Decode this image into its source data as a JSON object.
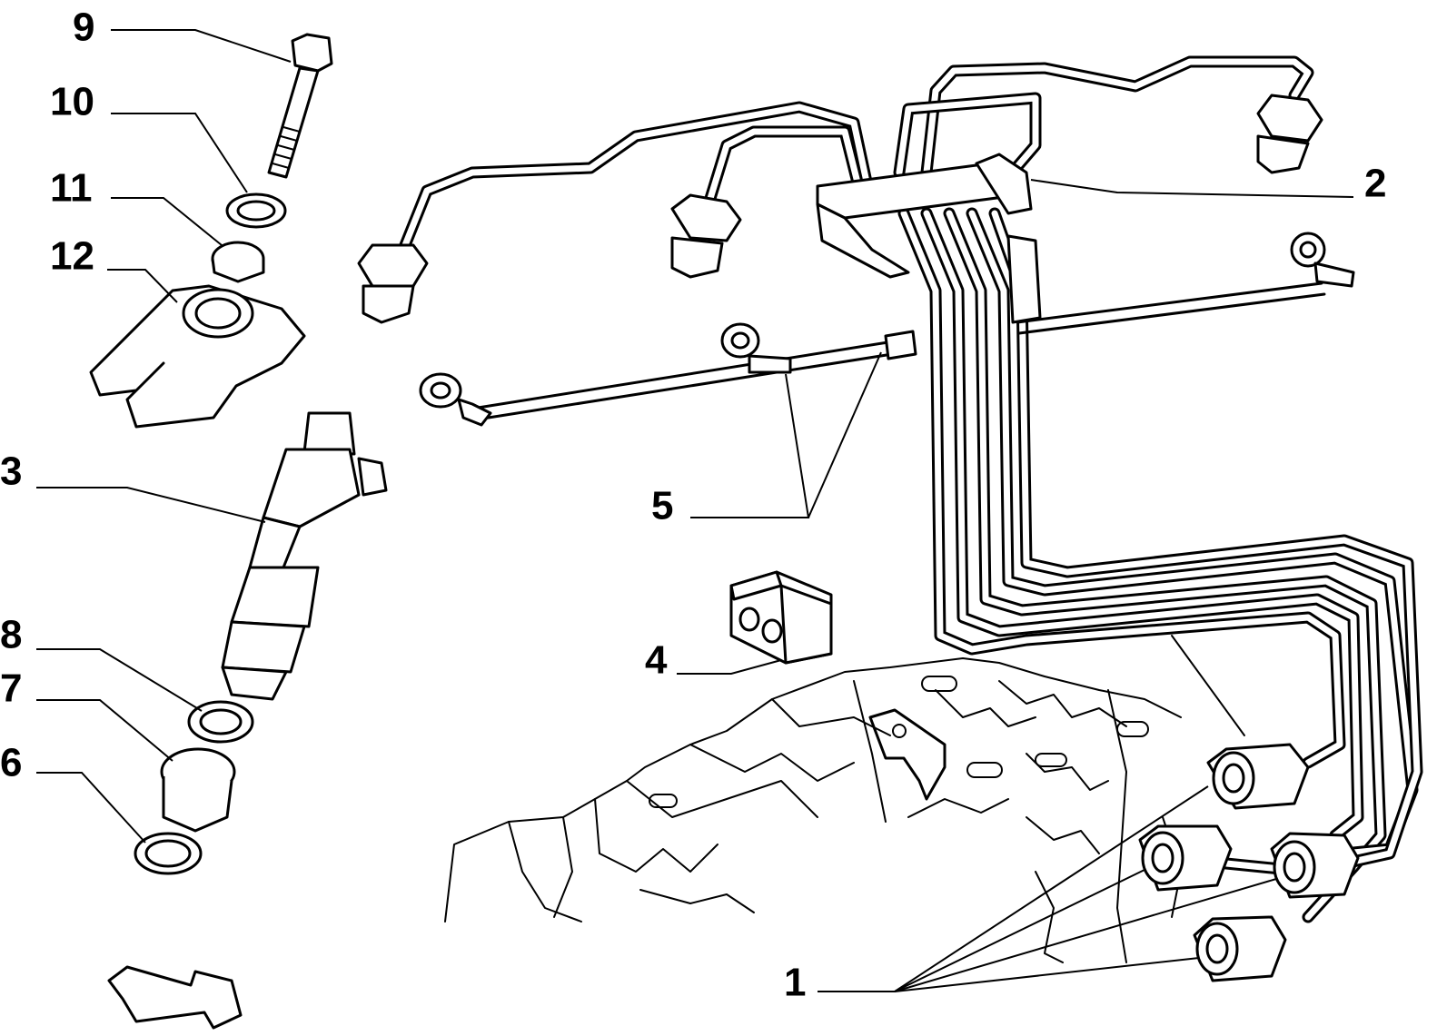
{
  "diagram": {
    "callouts": {
      "c1": "1",
      "c2": "2",
      "c3": "3",
      "c4": "4",
      "c5": "5",
      "c6": "6",
      "c7": "7",
      "c8": "8",
      "c9": "9",
      "c10": "10",
      "c11": "11",
      "c12": "12"
    },
    "icons": {
      "direction_arrow": "arrow-right-down-icon"
    }
  }
}
